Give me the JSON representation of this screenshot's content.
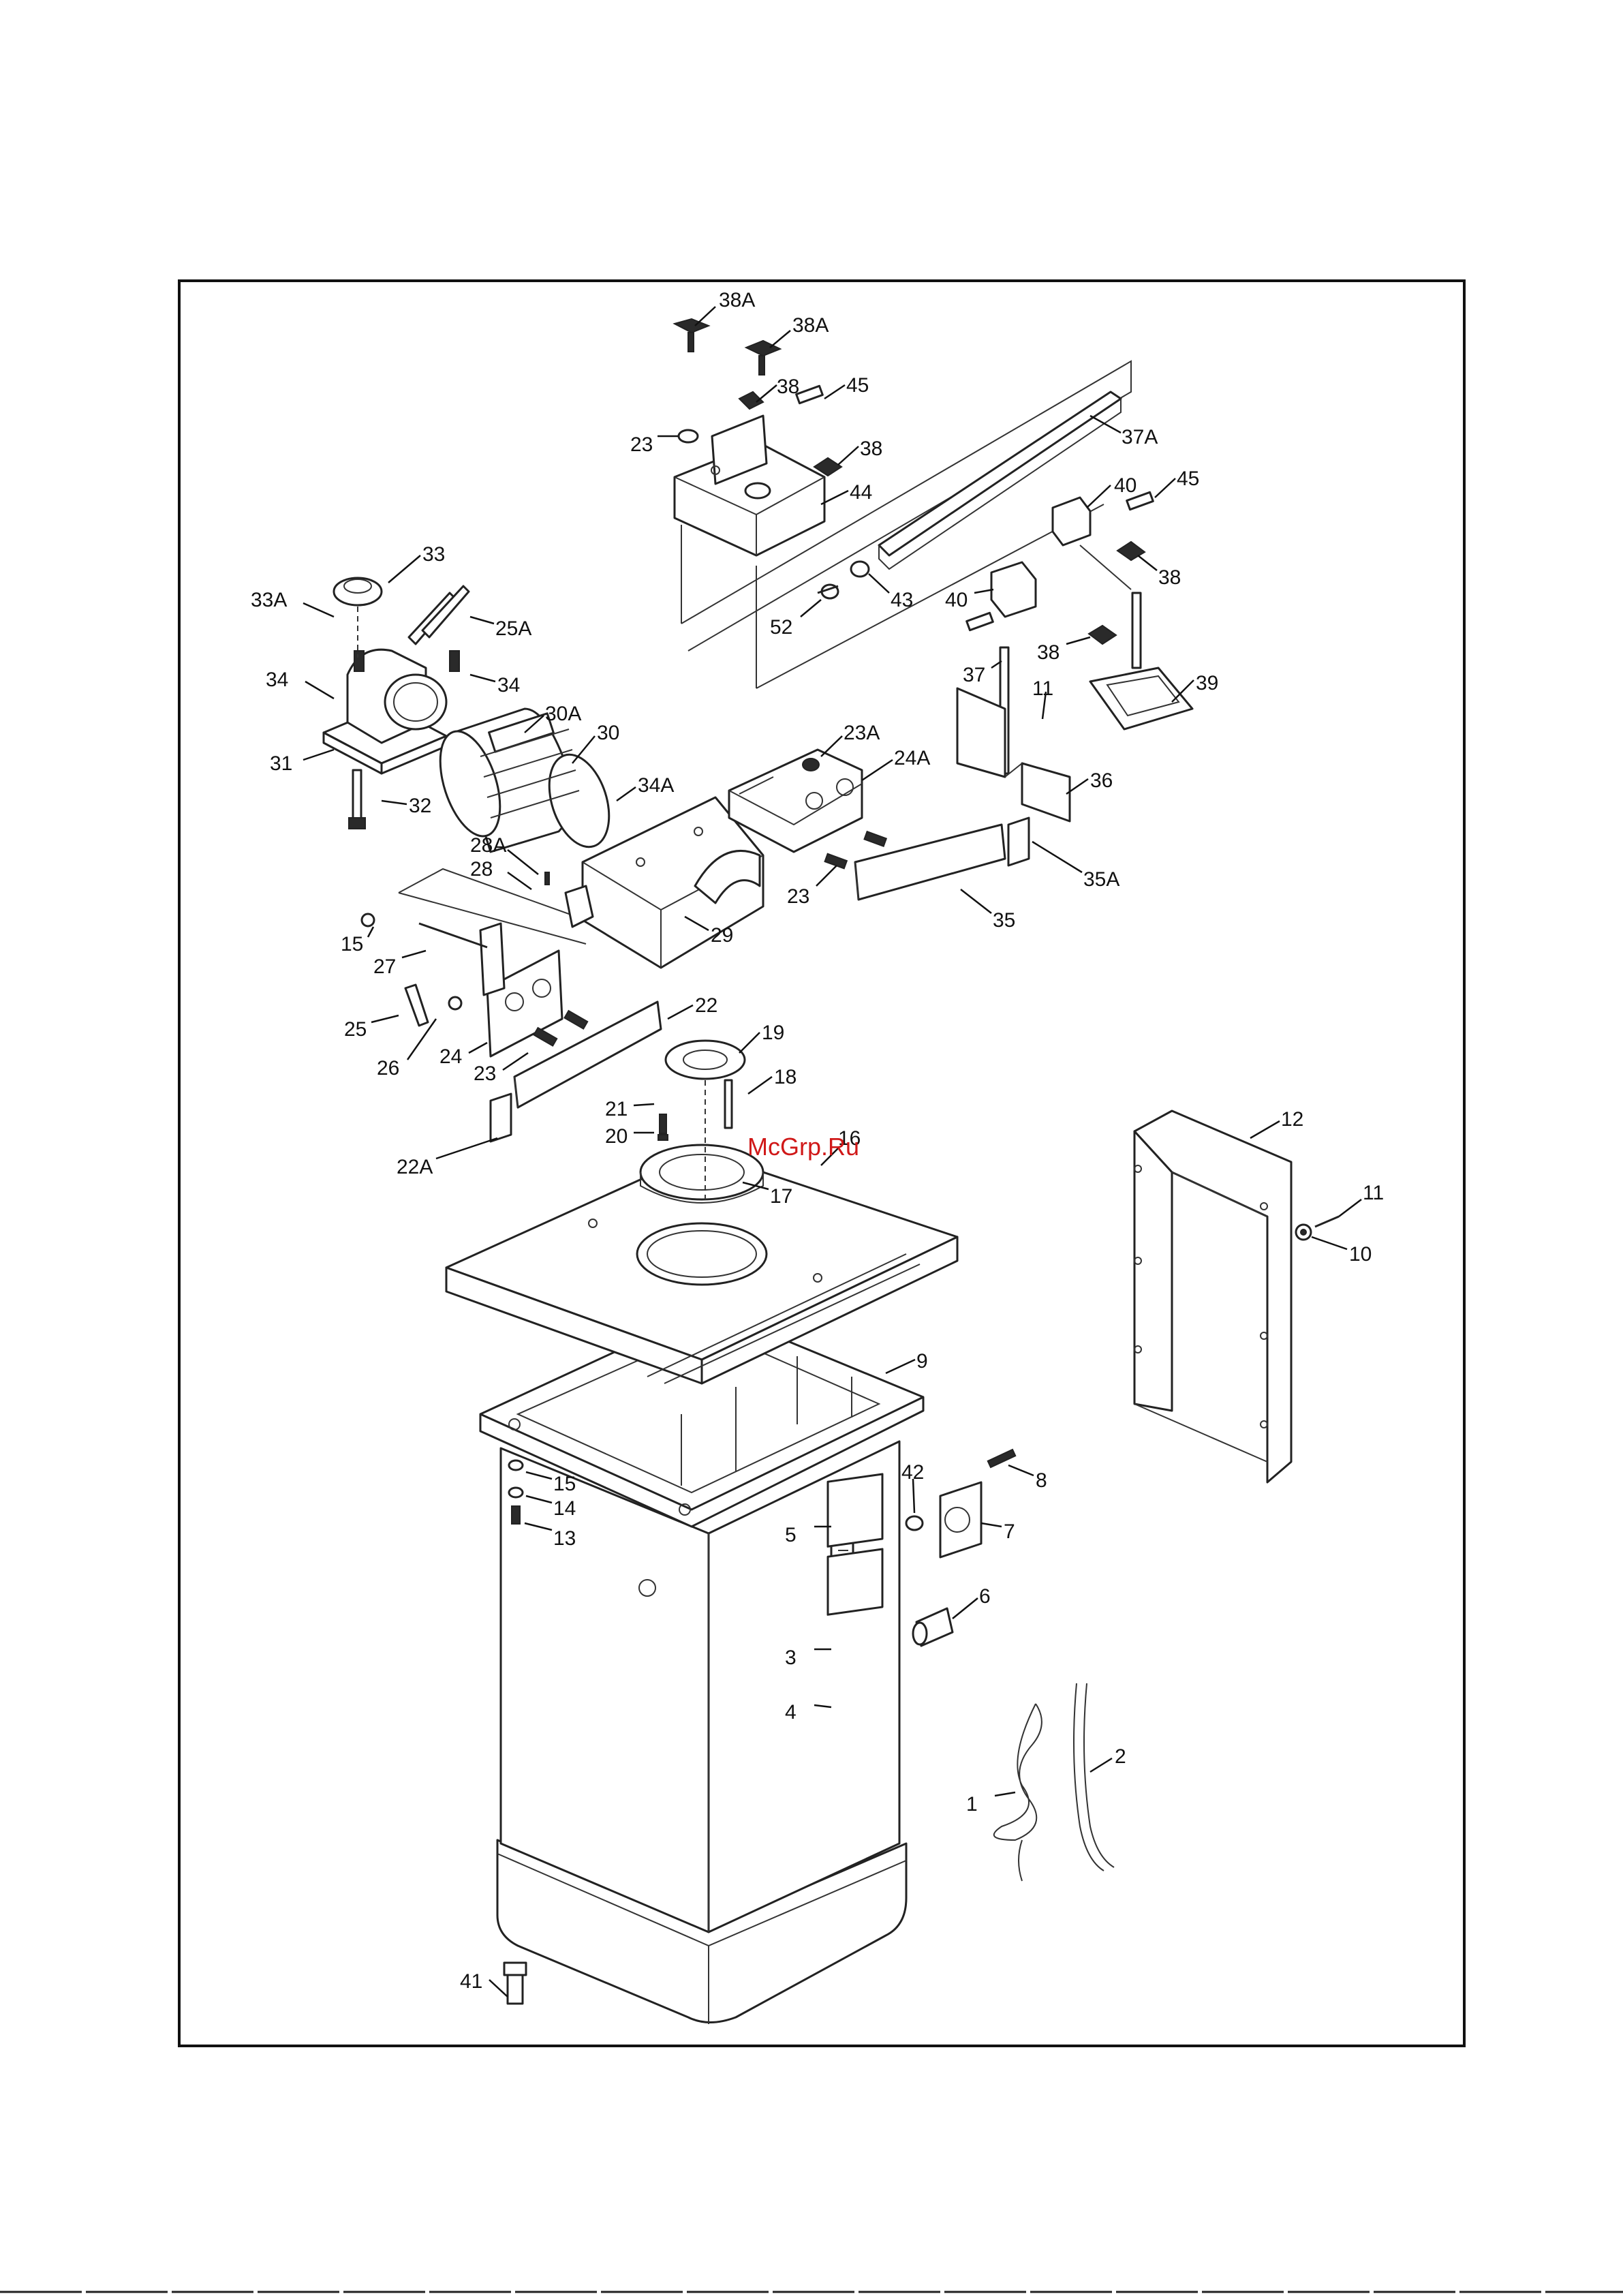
{
  "watermark": "McGrp.Ru",
  "callouts": [
    {
      "id": "c38a_1",
      "label": "38A"
    },
    {
      "id": "c38a_2",
      "label": "38A"
    },
    {
      "id": "c38_1",
      "label": "38"
    },
    {
      "id": "c45_1",
      "label": "45"
    },
    {
      "id": "c23_top",
      "label": "23"
    },
    {
      "id": "c38_2",
      "label": "38"
    },
    {
      "id": "c44",
      "label": "44"
    },
    {
      "id": "c37a",
      "label": "37A"
    },
    {
      "id": "c40_1",
      "label": "40"
    },
    {
      "id": "c45_2",
      "label": "45"
    },
    {
      "id": "c38_3",
      "label": "38"
    },
    {
      "id": "c52",
      "label": "52"
    },
    {
      "id": "c43",
      "label": "43"
    },
    {
      "id": "c40_2",
      "label": "40"
    },
    {
      "id": "c38_4",
      "label": "38"
    },
    {
      "id": "c37",
      "label": "37"
    },
    {
      "id": "c39",
      "label": "39"
    },
    {
      "id": "c11_top",
      "label": "11"
    },
    {
      "id": "c33",
      "label": "33"
    },
    {
      "id": "c33a",
      "label": "33A"
    },
    {
      "id": "c25a",
      "label": "25A"
    },
    {
      "id": "c34_1",
      "label": "34"
    },
    {
      "id": "c34_2",
      "label": "34"
    },
    {
      "id": "c31",
      "label": "31"
    },
    {
      "id": "c32",
      "label": "32"
    },
    {
      "id": "c30a",
      "label": "30A"
    },
    {
      "id": "c30",
      "label": "30"
    },
    {
      "id": "c34a",
      "label": "34A"
    },
    {
      "id": "c23a",
      "label": "23A"
    },
    {
      "id": "c24a",
      "label": "24A"
    },
    {
      "id": "c36",
      "label": "36"
    },
    {
      "id": "c35a",
      "label": "35A"
    },
    {
      "id": "c35",
      "label": "35"
    },
    {
      "id": "c23_mid",
      "label": "23"
    },
    {
      "id": "c28a",
      "label": "28A"
    },
    {
      "id": "c28",
      "label": "28"
    },
    {
      "id": "c29",
      "label": "29"
    },
    {
      "id": "c15_top",
      "label": "15"
    },
    {
      "id": "c27",
      "label": "27"
    },
    {
      "id": "c22",
      "label": "22"
    },
    {
      "id": "c25",
      "label": "25"
    },
    {
      "id": "c24",
      "label": "24"
    },
    {
      "id": "c26",
      "label": "26"
    },
    {
      "id": "c23_low",
      "label": "23"
    },
    {
      "id": "c19",
      "label": "19"
    },
    {
      "id": "c18",
      "label": "18"
    },
    {
      "id": "c21",
      "label": "21"
    },
    {
      "id": "c20",
      "label": "20"
    },
    {
      "id": "c16",
      "label": "16"
    },
    {
      "id": "c17",
      "label": "17"
    },
    {
      "id": "c22a",
      "label": "22A"
    },
    {
      "id": "c12",
      "label": "12"
    },
    {
      "id": "c11_side",
      "label": "11"
    },
    {
      "id": "c10",
      "label": "10"
    },
    {
      "id": "c9",
      "label": "9"
    },
    {
      "id": "c8",
      "label": "8"
    },
    {
      "id": "c42",
      "label": "42"
    },
    {
      "id": "c15_low",
      "label": "15"
    },
    {
      "id": "c14",
      "label": "14"
    },
    {
      "id": "c13",
      "label": "13"
    },
    {
      "id": "c5",
      "label": "5"
    },
    {
      "id": "c7",
      "label": "7"
    },
    {
      "id": "c6",
      "label": "6"
    },
    {
      "id": "c3",
      "label": "3"
    },
    {
      "id": "c4",
      "label": "4"
    },
    {
      "id": "c2",
      "label": "2"
    },
    {
      "id": "c1",
      "label": "1"
    },
    {
      "id": "c41",
      "label": "41"
    }
  ]
}
